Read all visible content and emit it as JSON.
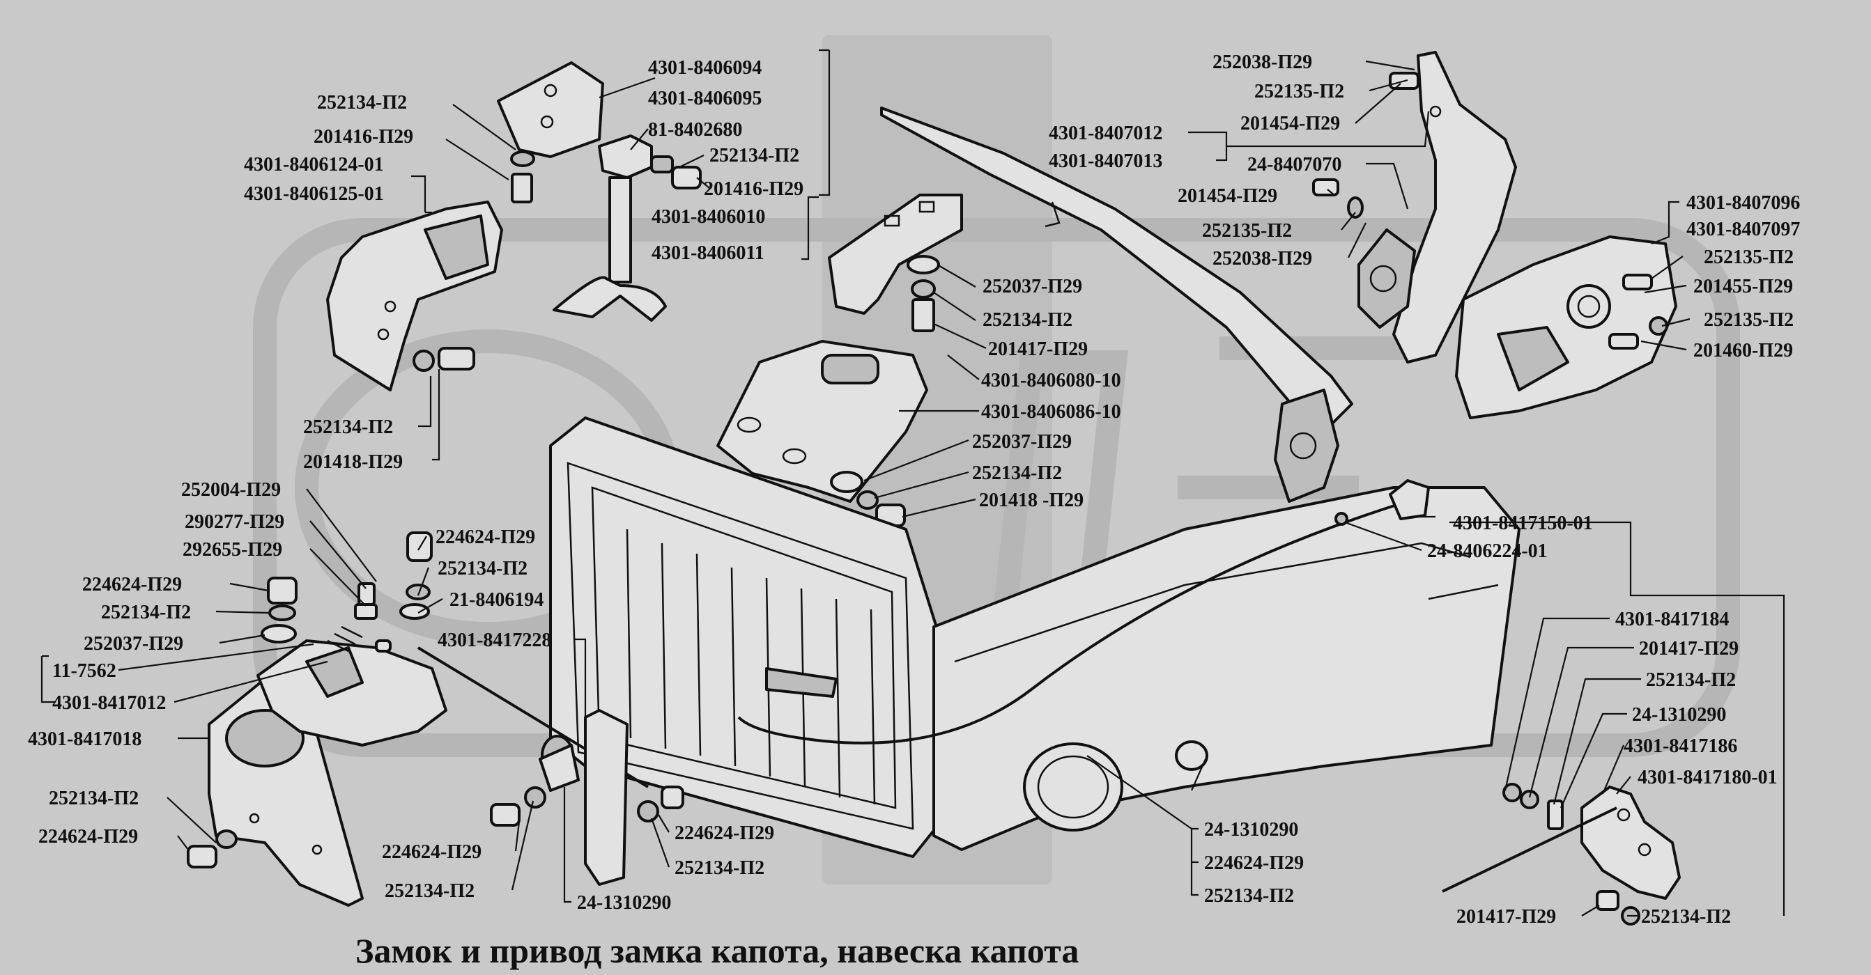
{
  "title": "Замок и привод замка капота, навеска капота",
  "colors": {
    "background": "#c9c9c9",
    "ink": "#111111",
    "watermark": "#b4b4b4"
  },
  "labels": [
    "4301-8406094",
    "4301-8406095",
    "81-8402680",
    "252134-П2",
    "201416-П29",
    "4301-8406010",
    "4301-8406011",
    "252134-П2",
    "201416-П29",
    "4301-8406124-01",
    "4301-8406125-01",
    "252134-П2",
    "201418-П29",
    "252037-П29",
    "252134-П2",
    "201417-П29",
    "4301-8406080-10",
    "4301-8406086-10",
    "252037-П29",
    "252134-П2",
    "201418 -П29",
    "252038-П29",
    "252135-П2",
    "201454-П29",
    "4301-8407012",
    "4301-8407013",
    "24-8407070",
    "201454-П29",
    "252135-П2",
    "252038-П29",
    "4301-8407096",
    "4301-8407097",
    "252135-П2",
    "201455-П29",
    "252135-П2",
    "201460-П29",
    "4301-8417150-01",
    "24-8406224-01",
    "252004-П29",
    "290277-П29",
    "292655-П29",
    "224624-П29",
    "252134-П2",
    "21-8406194",
    "224624-П29",
    "252134-П2",
    "252037-П29",
    "11-7562",
    "4301-8417012",
    "4301-8417018",
    "4301-8417228",
    "252134-П2",
    "224624-П29",
    "224624-П29",
    "252134-П2",
    "24-1310290",
    "224624-П29",
    "252134-П2",
    "24-1310290",
    "224624-П29",
    "252134-П2",
    "4301-8417184",
    "201417-П29",
    "252134-П2",
    "24-1310290",
    "4301-8417186",
    "4301-8417180-01",
    "201417-П29",
    "252134-П2"
  ]
}
